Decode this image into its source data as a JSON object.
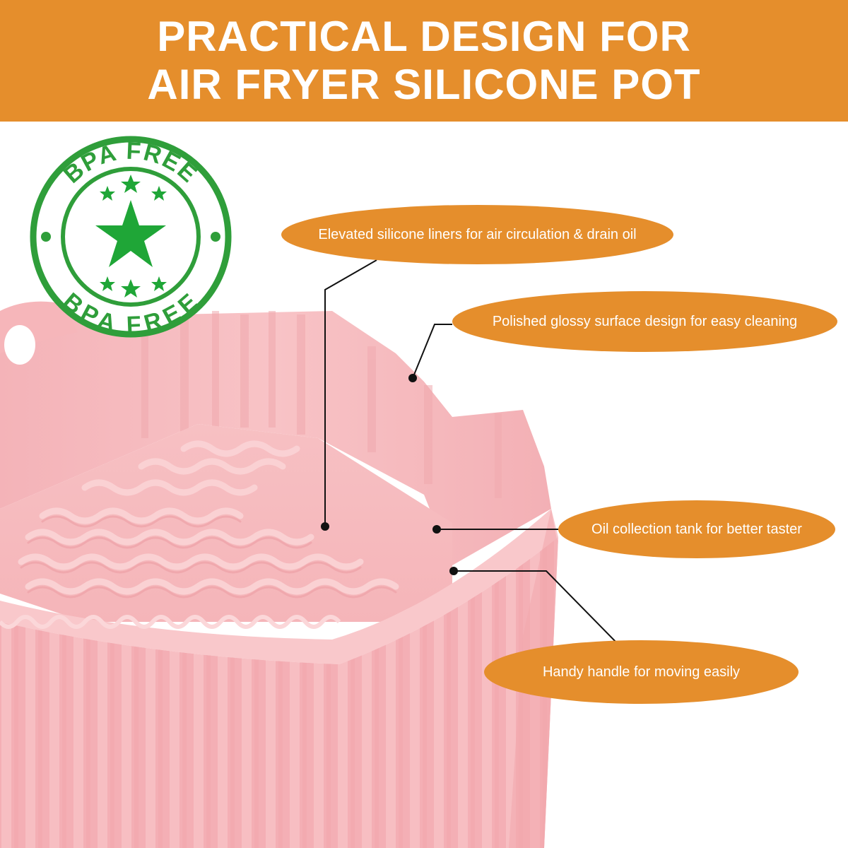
{
  "banner": {
    "line1": "PRACTICAL DESIGN FOR",
    "line2": "AIR FRYER SILICONE POT"
  },
  "badge": {
    "top_text": "BPA FREE",
    "bottom_text": "BPA FREE",
    "color": "#2f9e3a",
    "star_color": "#1fa637"
  },
  "callouts": [
    {
      "label": "Elevated silicone liners for air circulation & drain oil"
    },
    {
      "label": "Polished glossy surface design for easy cleaning"
    },
    {
      "label": "Oil collection tank for better taster"
    },
    {
      "label": "Handy handle for moving easily"
    }
  ],
  "colors": {
    "banner": "#e58e2c",
    "callout": "#e58e2c",
    "pot": "#f6b9bd"
  }
}
